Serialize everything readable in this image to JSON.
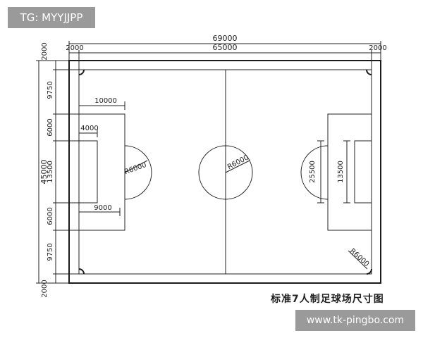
{
  "watermark_top": "TG: MYYJJPP",
  "watermark_bottom": "www.tk-pingbo.com",
  "caption": "标准7人制足球场尺寸图",
  "dims": {
    "total_length": "69000",
    "margin_left": "2000",
    "field_length": "65000",
    "margin_right": "2000",
    "margin_top": "2000",
    "v_9750_top": "9750",
    "v_6000_top": "6000",
    "v_13500": "13500",
    "v_6000_bottom": "6000",
    "v_9750_bottom": "9750",
    "margin_bottom": "2000",
    "total_width": "45000",
    "penalty_depth": "10000",
    "goal_area_depth": "4000",
    "penalty_spot": "9000",
    "arc_radius": "R6000",
    "center_radius": "R6000",
    "penalty_width": "25500",
    "goal_area_width": "13500",
    "corner_radius": "R6000"
  }
}
